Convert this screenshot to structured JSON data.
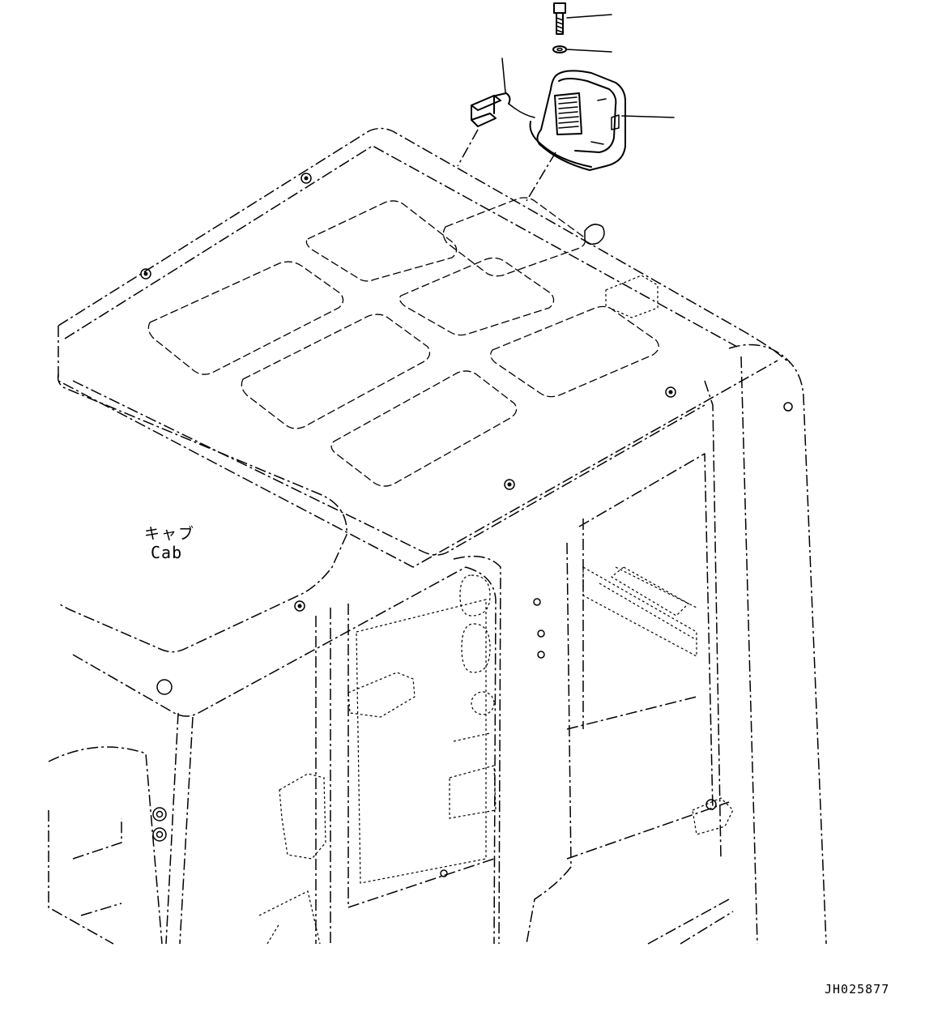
{
  "labels": {
    "cab_jp": "キャブ",
    "cab_en": "Cab",
    "drawing_code": "JH025877"
  },
  "callouts": [
    {
      "name": "bolt-callout"
    },
    {
      "name": "washer-callout"
    },
    {
      "name": "lamp-callout"
    },
    {
      "name": "wire-callout"
    }
  ]
}
